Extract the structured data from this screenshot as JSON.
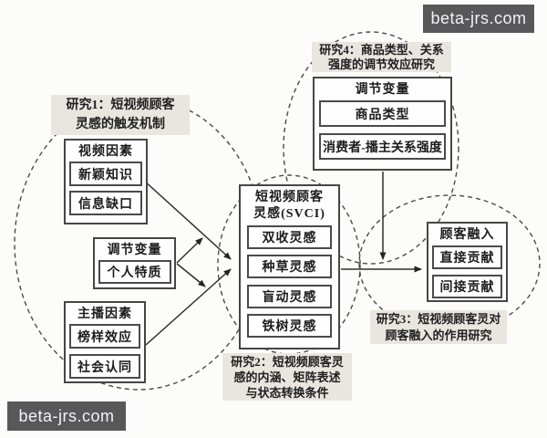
{
  "watermarks": {
    "top_right": "beta-jrs.com",
    "bottom_left": "beta-jrs.com",
    "bg": "#58585a",
    "fg": "#f3f3f3"
  },
  "study_labels": {
    "study1": {
      "line1": "研究1：短视频顾客",
      "line2": "灵感的触发机制"
    },
    "study2": {
      "line1": "研究2：短视频顾客灵",
      "line2": "感的内涵、矩阵表述",
      "line3": "与状态转换条件"
    },
    "study3": {
      "line1": "研究3：短视频顾客灵对",
      "line2": "顾客融入的作用研究"
    },
    "study4": {
      "line1": "研究4：商品类型、关系",
      "line2": "强度的调节效应研究"
    }
  },
  "boxes": {
    "video_factors": {
      "title": "视频因素",
      "items": [
        "新颖知识",
        "信息缺口"
      ]
    },
    "moderator_left": {
      "title": "调节变量",
      "items": [
        "个人特质"
      ]
    },
    "streamer_factors": {
      "title": "主播因素",
      "items": [
        "榜样效应",
        "社会认同"
      ]
    },
    "svci": {
      "title_line1": "短视频顾客",
      "title_line2": "灵感(SVCI)",
      "items": [
        "双收灵感",
        "种草灵感",
        "盲动灵感",
        "铁树灵感"
      ]
    },
    "moderator_top": {
      "title": "调节变量",
      "items": [
        "商品类型",
        "消费者-播主关系强度"
      ]
    },
    "customer_engagement": {
      "title": "顾客融入",
      "items": [
        "直接贡献",
        "间接贡献"
      ]
    }
  },
  "colors": {
    "label_bg": "#e9e6e0",
    "box_border": "#464646",
    "line": "#2e2e2e",
    "ellipse": "#4a4a4a"
  }
}
